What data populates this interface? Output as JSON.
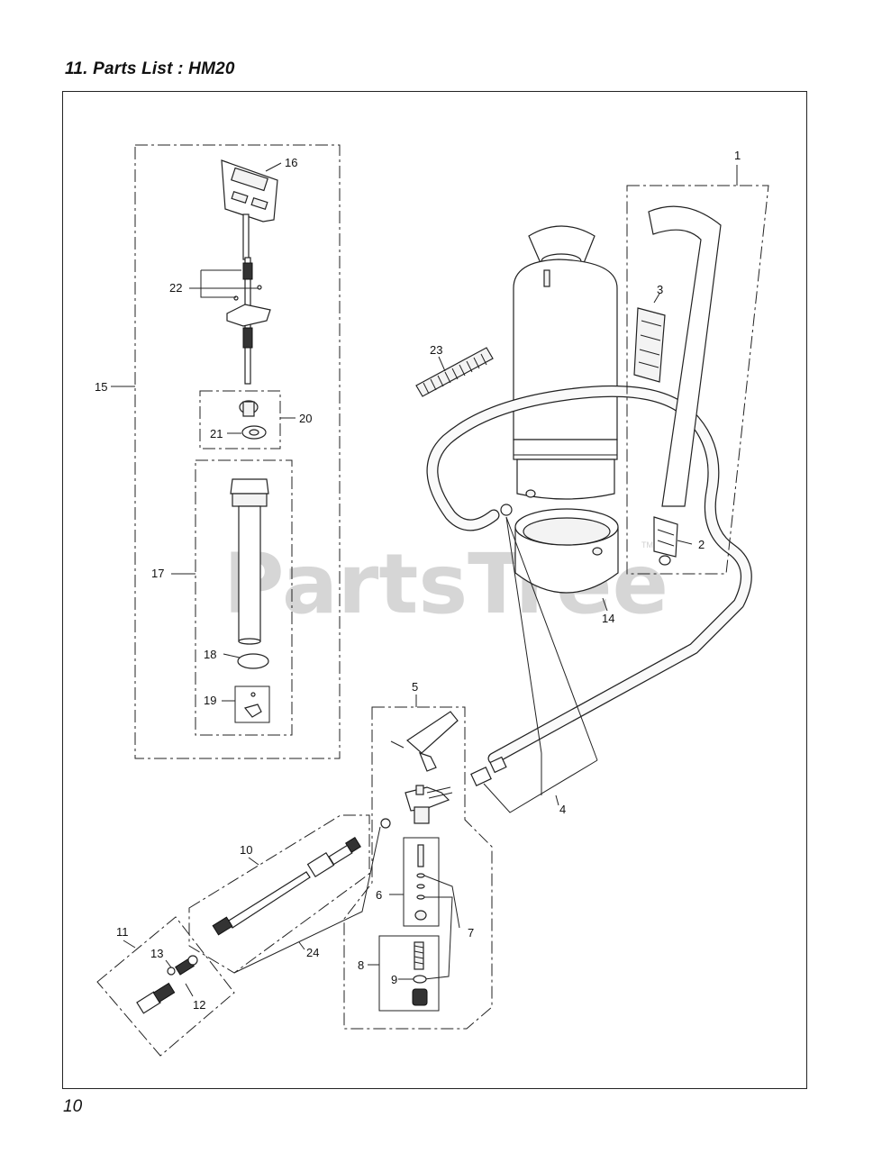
{
  "page": {
    "title": "11. Parts List : HM20",
    "page_number": "10"
  },
  "watermark": {
    "text": "PartsTree",
    "tm": "TM"
  },
  "callouts": {
    "c1": "1",
    "c2": "2",
    "c3": "3",
    "c4": "4",
    "c5": "5",
    "c6": "6",
    "c7": "7",
    "c8": "8",
    "c9": "9",
    "c10": "10",
    "c11": "11",
    "c12": "12",
    "c13": "13",
    "c14": "14",
    "c15": "15",
    "c16": "16",
    "c17": "17",
    "c18": "18",
    "c19": "19",
    "c20": "20",
    "c21": "21",
    "c22": "22",
    "c23": "23",
    "c24": "24"
  }
}
